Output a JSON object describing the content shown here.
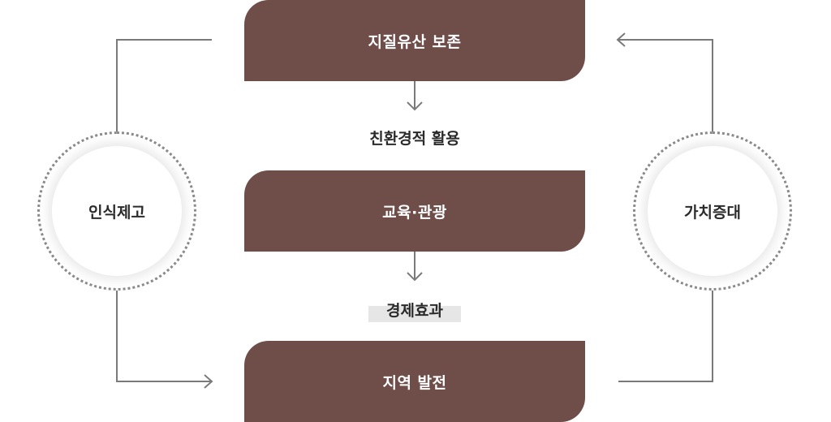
{
  "boxes": {
    "top": "지질유산 보존",
    "middle": "교육·관광",
    "bottom": "지역 발전"
  },
  "steps": {
    "first": "친환경적 활용",
    "second": "경제효과"
  },
  "circles": {
    "left": "인식제고",
    "right": "가치증대"
  },
  "colors": {
    "box": "#6f4e4a",
    "connector": "#7a7a7a",
    "highlight": "#e6e6e6"
  }
}
